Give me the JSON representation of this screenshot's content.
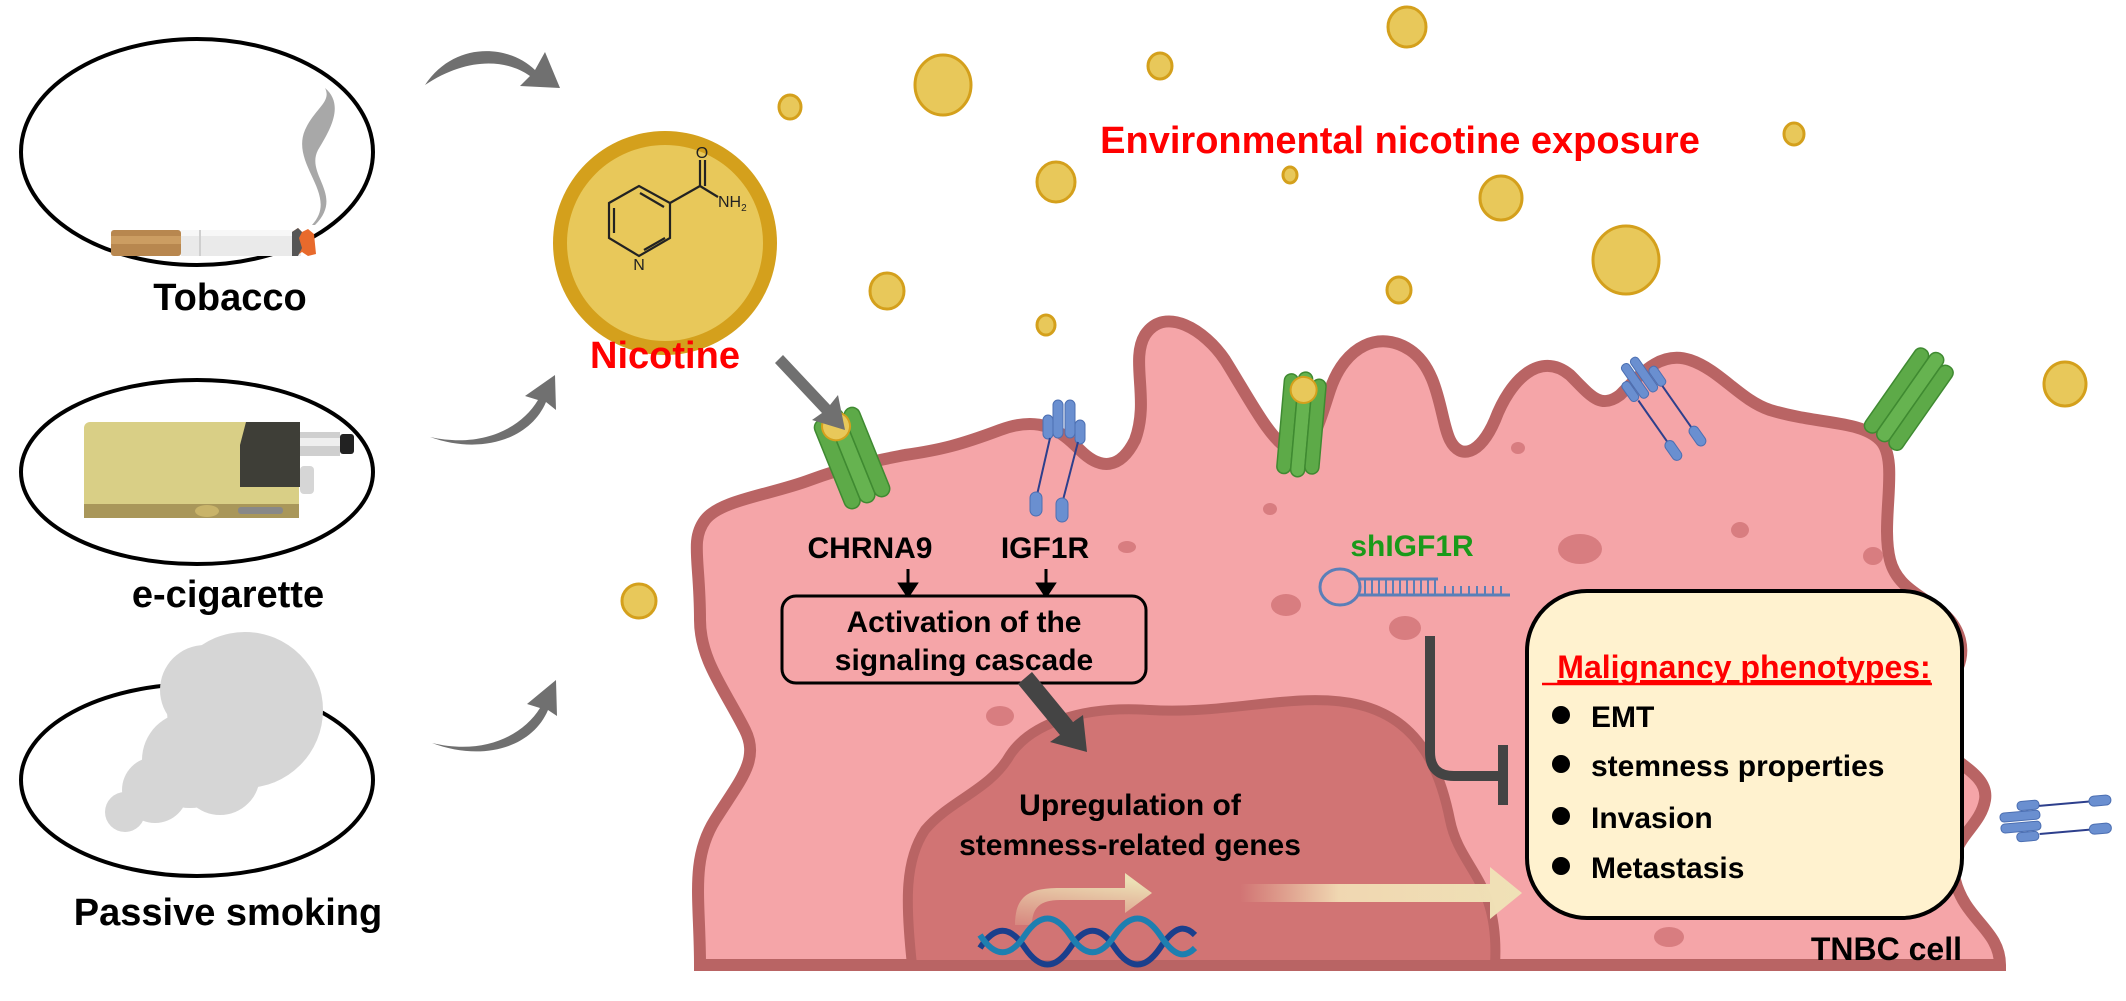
{
  "title": "Environmental nicotine exposure",
  "sources": [
    {
      "label": "Tobacco",
      "icon": "cigarette"
    },
    {
      "label": "e-cigarette",
      "icon": "e-cigarette-device"
    },
    {
      "label": "Passive smoking",
      "icon": "smoke-cloud"
    }
  ],
  "nicotine": {
    "label": "Nicotine",
    "structure_atoms": {
      "oxygen": "O",
      "amine": "NH",
      "amine_sub": "2",
      "ring_nitrogen": "N"
    }
  },
  "receptors": {
    "chrna9": "CHRNA9",
    "igf1r": "IGF1R"
  },
  "cascade_box": {
    "line1": "Activation of the",
    "line2": "signaling cascade"
  },
  "nucleus": {
    "line1": "Upregulation of",
    "line2": "stemness-related genes"
  },
  "shrna": {
    "label": "shIGF1R"
  },
  "phenotypes": {
    "heading": "Malignancy phenotypes:",
    "items": [
      "EMT",
      "stemness properties",
      "Invasion",
      "Metastasis"
    ]
  },
  "cell_label": "TNBC cell",
  "colors": {
    "title_red": "#ff0000",
    "sh_green": "#1a9a1a",
    "cell_fill": "#f5a5a8",
    "cell_membrane": "#b96464",
    "nucleus_fill": "#d17474",
    "nicotine_gold": "#e8c85a",
    "nicotine_rim": "#d4a01c",
    "receptor_green": "#5daa48",
    "receptor_blue": "#6a8fd0",
    "phenotype_box": "#fff2cf",
    "arrow_gray": "#707070"
  }
}
